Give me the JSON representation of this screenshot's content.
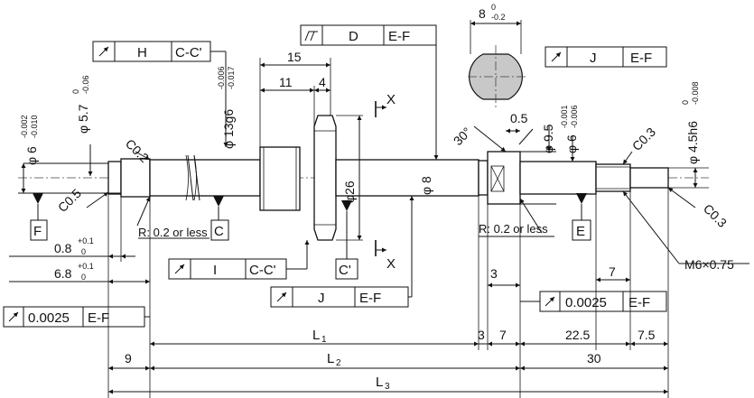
{
  "callouts": {
    "fc_top": {
      "tol": "H",
      "datum": "C-C'"
    },
    "fc_d": {
      "tol": "D",
      "datum": "E-F"
    },
    "fc_j_right": {
      "tol": "J",
      "datum": "E-F"
    },
    "fc_i": {
      "tol": "I",
      "datum": "C-C'"
    },
    "fc_j_mid": {
      "tol": "J",
      "datum": "E-F"
    },
    "fc_left": {
      "tol": "0.0025",
      "datum": "E-F"
    },
    "fc_right": {
      "tol": "0.0025",
      "datum": "E-F"
    }
  },
  "dims": {
    "d15": "15",
    "d11": "11",
    "d4": "4",
    "d8_top": "8",
    "d8_top_up": "0",
    "d8_top_lo": "-0.2",
    "phi6_left": "φ 6",
    "phi6_left_up": "-0.002",
    "phi6_left_lo": "-0.010",
    "phi57": "φ 5.7",
    "phi57_up": "0",
    "phi57_lo": "-0.06",
    "phi13": "φ 13g6",
    "phi13_up": "-0.006",
    "phi13_lo": "-0.017",
    "c02": "C0.2",
    "c05": "C0.5",
    "c03_top": "C0.3",
    "c03_bot": "C0.3",
    "r_left": "R: 0.2 or less",
    "r_right": "R: 0.2 or less",
    "phi26": "φ26",
    "phi8": "φ 8",
    "d30deg": "30°",
    "d05": "0.5",
    "phi95": "φ 9.5",
    "phi6_right": "φ 6",
    "phi6_right_up": "-0.001",
    "phi6_right_lo": "-0.006",
    "phi45": "φ 4.5h6",
    "phi45_up": "0",
    "phi45_lo": "-0.008",
    "d08": "0.8",
    "d08_up": "+0.1",
    "d08_lo": "0",
    "d68": "6.8",
    "d68_up": "+0.1",
    "d68_lo": "0",
    "d3_mid": "3",
    "d7_mid": "7",
    "m6": "M6×0.75",
    "l1": "L",
    "l1_sub": "1",
    "l2": "L",
    "l2_sub": "2",
    "l3": "L",
    "l3_sub": "3",
    "d3_low": "3",
    "d7_low": "7",
    "d225": "22.5",
    "d75": "7.5",
    "d9": "9",
    "d30": "30"
  },
  "datums": {
    "f": "F",
    "c": "C",
    "c_prime": "C'",
    "e": "E"
  },
  "section": {
    "x_top": "X",
    "x_bot": "X"
  }
}
